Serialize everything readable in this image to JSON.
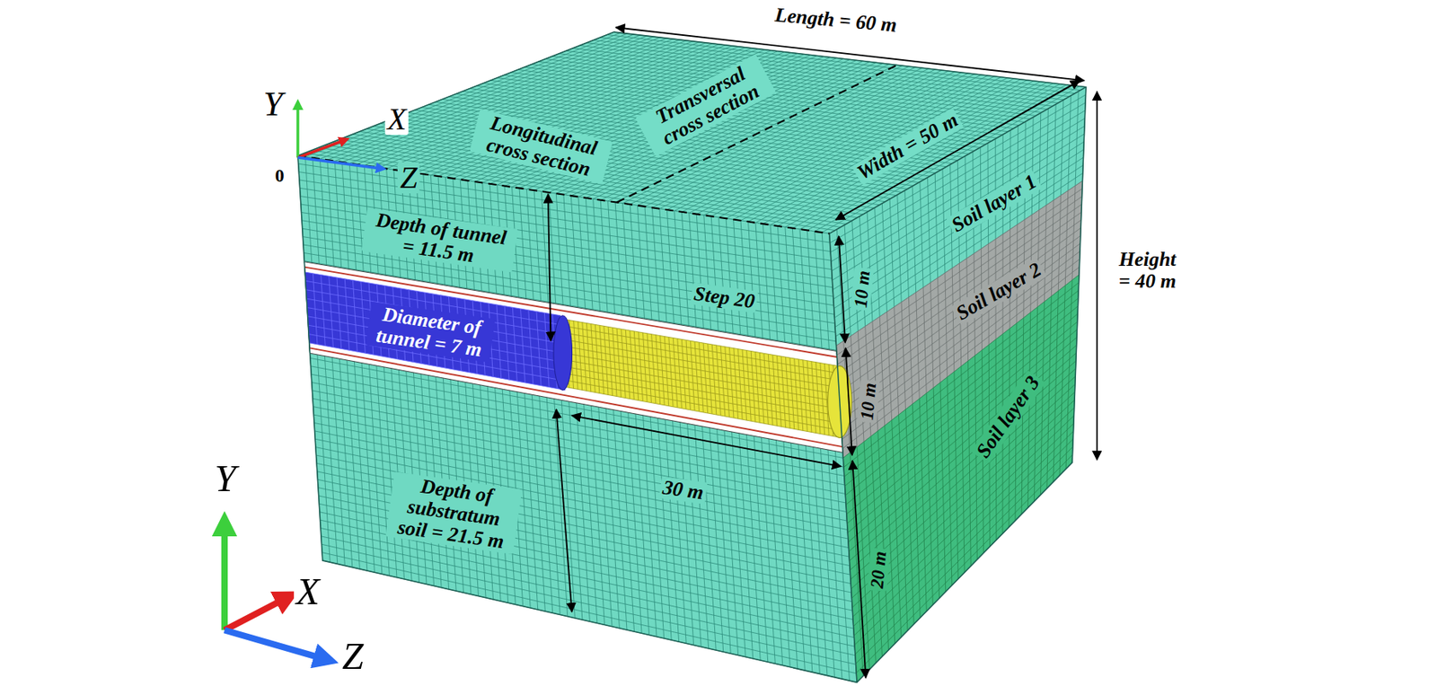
{
  "diagram": {
    "labels": [
      "Length = 60 m",
      "Y",
      "X",
      "Z",
      "0",
      "Longitudinal cross section",
      "Transversal cross section",
      "Width = 50 m",
      "Soil layer 1",
      "Height = 40 m",
      "Depth of tunnel = 11.5 m",
      "10 m",
      "Soil layer 2",
      "Diameter of tunnel = 7 m",
      "Step 20",
      "10 m",
      "Soil layer 3",
      "30 m",
      "Depth of substratum soil = 21.5 m",
      "20 m",
      "Y",
      "X",
      "Z"
    ]
  }
}
